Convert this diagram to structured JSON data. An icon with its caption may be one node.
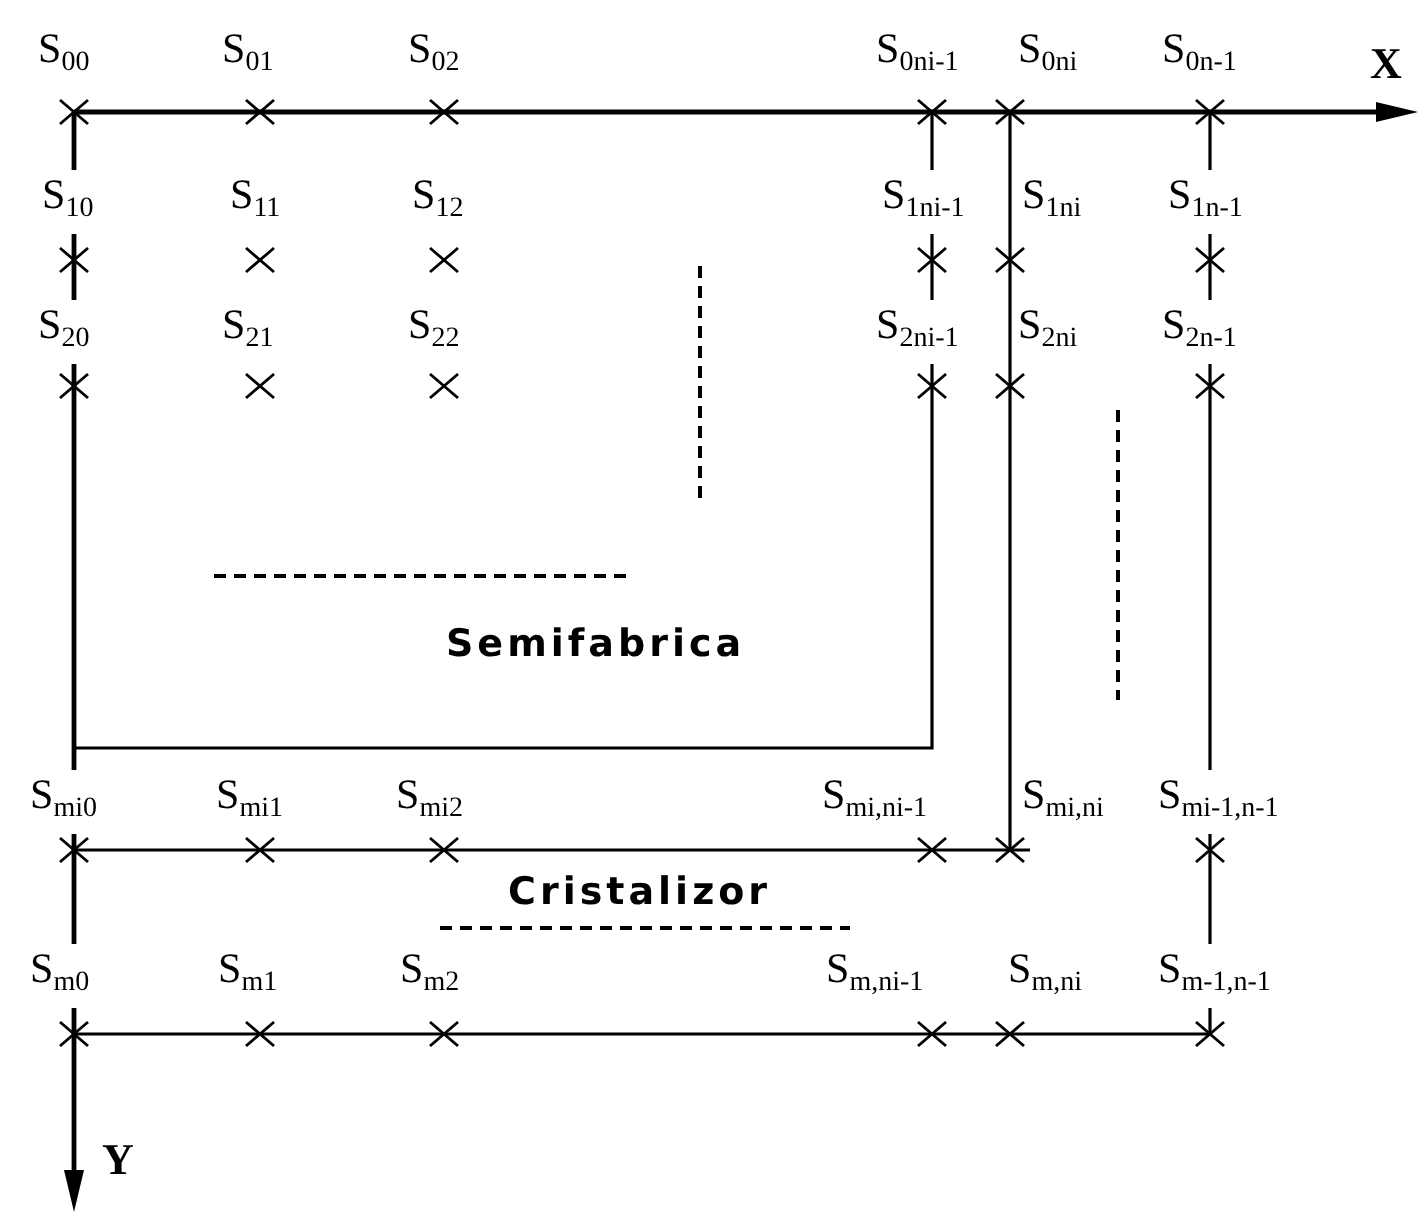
{
  "diagram": {
    "labels": [
      "S$_{00}$",
      "S$_{01}$",
      "S$_{02}$",
      "S$_{0ni-1}$",
      "S$_{0ni}$",
      "S$_{0n-1}$",
      "X",
      "S$_{10}$",
      "S$_{11}$",
      "S$_{12}$",
      "S$_{1ni-1}$",
      "S$_{1ni}$",
      "S$_{1n-1}$",
      "S$_{20}$",
      "S$_{21}$",
      "S$_{22}$",
      "S$_{2ni-1}$",
      "S$_{2ni}$",
      "S$_{2n-1}$",
      "Semifabrica",
      "S$_{mi0}$",
      "S$_{mi1}$",
      "S$_{mi2}$",
      "S$_{mi,ni-1}$",
      "S$_{mi,ni}$",
      "S$_{mi-1,n-1}$",
      "Cristalizor",
      "S$_{m0}$",
      "S$_{m1}$",
      "S$_{m2}$",
      "S$_{m,ni-1}$",
      "S$_{m,ni}$",
      "S$_{m-1,n-1}$",
      "Y"
    ]
  }
}
